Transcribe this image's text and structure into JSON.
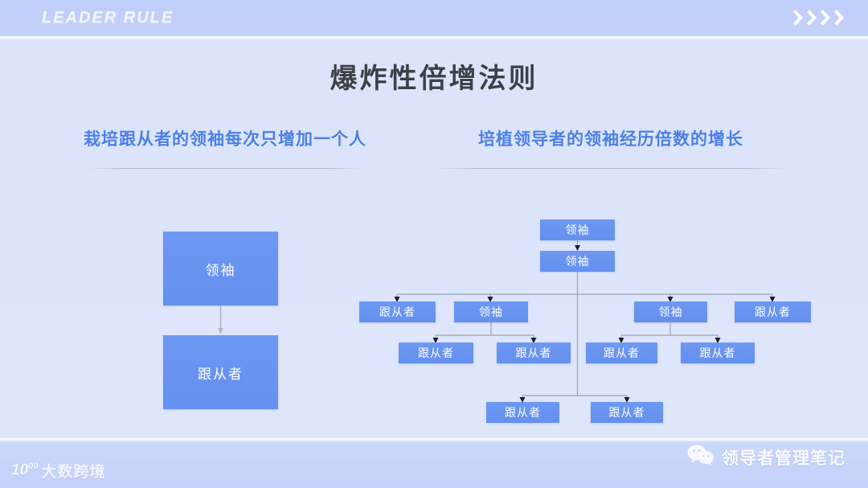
{
  "header": {
    "brand_tag": "LEADER RULE",
    "chevron_icon": "chevron-right-icon",
    "chevron_count": 4
  },
  "title": "爆炸性倍增法则",
  "columns": {
    "left": {
      "heading": "栽培跟从者的领袖每次只增加一个人",
      "nodes": [
        {
          "id": "left-leader",
          "label": "领袖"
        },
        {
          "id": "left-follower",
          "label": "跟从者"
        }
      ]
    },
    "right": {
      "heading": "培植领导者的领袖经历倍数的增长",
      "nodes": [
        {
          "id": "r-l1",
          "label": "领袖"
        },
        {
          "id": "r-l2",
          "label": "领袖"
        },
        {
          "id": "r-a1",
          "label": "跟从者"
        },
        {
          "id": "r-a2",
          "label": "领袖"
        },
        {
          "id": "r-a3",
          "label": "领袖"
        },
        {
          "id": "r-a4",
          "label": "跟从者"
        },
        {
          "id": "r-b1",
          "label": "跟从者"
        },
        {
          "id": "r-b2",
          "label": "跟从者"
        },
        {
          "id": "r-b3",
          "label": "跟从者"
        },
        {
          "id": "r-b4",
          "label": "跟从者"
        },
        {
          "id": "r-c1",
          "label": "跟从者"
        },
        {
          "id": "r-c2",
          "label": "跟从者"
        }
      ]
    }
  },
  "footer": {
    "logo_mark": "10",
    "logo_mark_sup": "00",
    "logo_text": "大数跨境",
    "wechat_icon": "wechat-icon",
    "wechat_account": "领导者管理笔记"
  },
  "colors": {
    "background": "#dde4fb",
    "band": "#c2d0fa",
    "node_fill": "#6490ef",
    "node_text": "#ffffff",
    "heading_blue": "#4a7fe8",
    "title_dark": "#3c4148",
    "connector": "#9aa2b4"
  }
}
